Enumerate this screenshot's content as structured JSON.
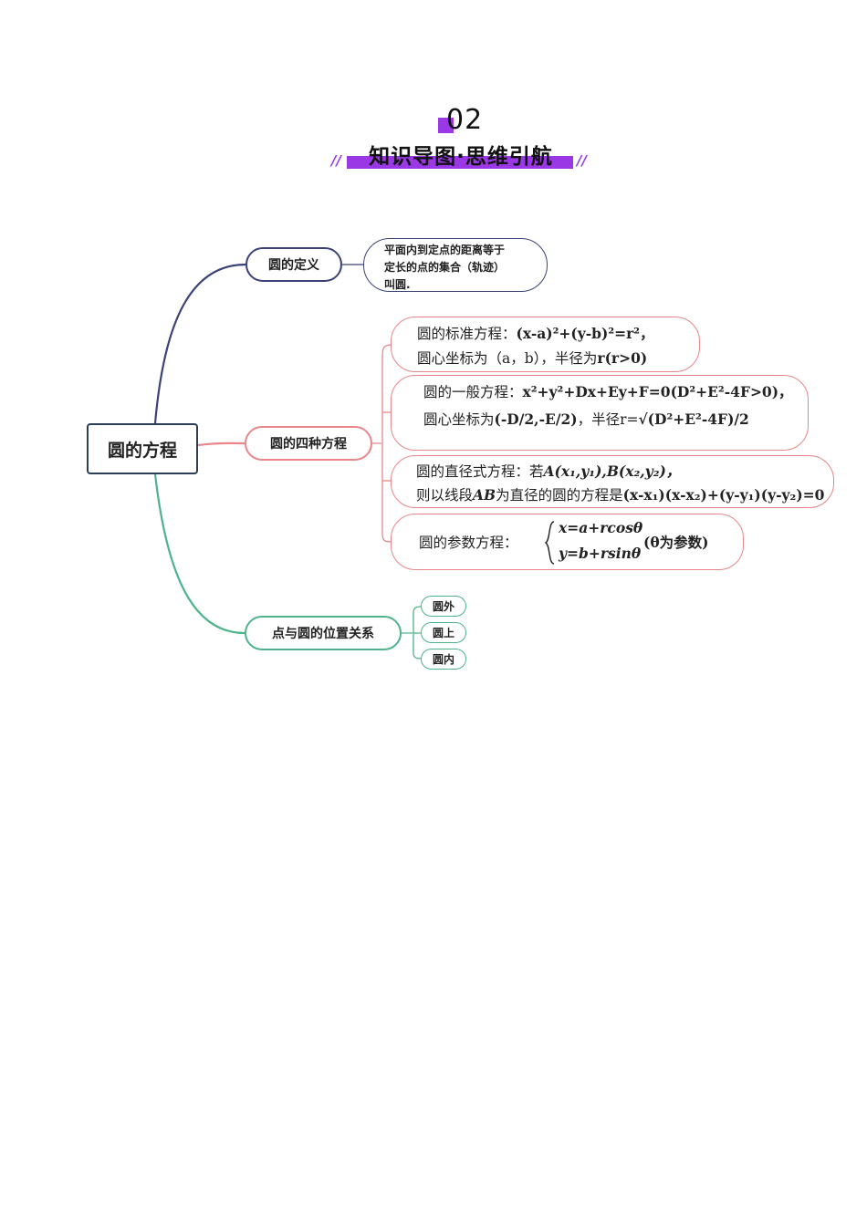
{
  "header": {
    "number": "02",
    "title": "知识导图·思维引航",
    "slash": "//"
  },
  "root": {
    "label": "圆的方程"
  },
  "branches": {
    "definition": {
      "label": "圆的定义",
      "lines": [
        "平面内到定点的距离等于",
        "定长的点的集合（轨迹）",
        "叫圆."
      ]
    },
    "four_equations": {
      "label": "圆的四种方程",
      "standard": {
        "prefix": "圆的标准方程：",
        "formula": "(x-a)²+(y-b)²=r²，",
        "center_prefix": "圆心坐标为（a，b），半径为",
        "radius": "r(r>0)"
      },
      "general": {
        "prefix": "圆的一般方程：",
        "formula": "x²+y²+Dx+Ey+F=0(D²+E²-4F>0)，",
        "center_prefix": "圆心坐标为",
        "center": "(-D/2,-E/2)",
        "radius_prefix": "，半径r=",
        "radius": "√(D²+E²-4F)/2"
      },
      "diameter": {
        "prefix": "圆的直径式方程：若",
        "points": "A(x₁,y₁),B(x₂,y₂)，",
        "line2_prefix": "则以线段",
        "segment": "AB",
        "line2_mid": "为直径的圆的方程是",
        "formula": "(x-x₁)(x-x₂)+(y-y₁)(y-y₂)=0"
      },
      "parametric": {
        "prefix": "圆的参数方程：",
        "x_eq": "x=a+rcosθ",
        "y_eq": "y=b+rsinθ",
        "suffix": "(θ为参数)"
      }
    },
    "position": {
      "label": "点与圆的位置关系",
      "items": [
        "圆外",
        "圆上",
        "圆内"
      ]
    }
  },
  "colors": {
    "accent": "#9b38e6",
    "branch_definition": "#3b4277",
    "branch_equations": "#e8868a",
    "branch_position": "#4cb38a",
    "root_border": "#2c3e57"
  }
}
